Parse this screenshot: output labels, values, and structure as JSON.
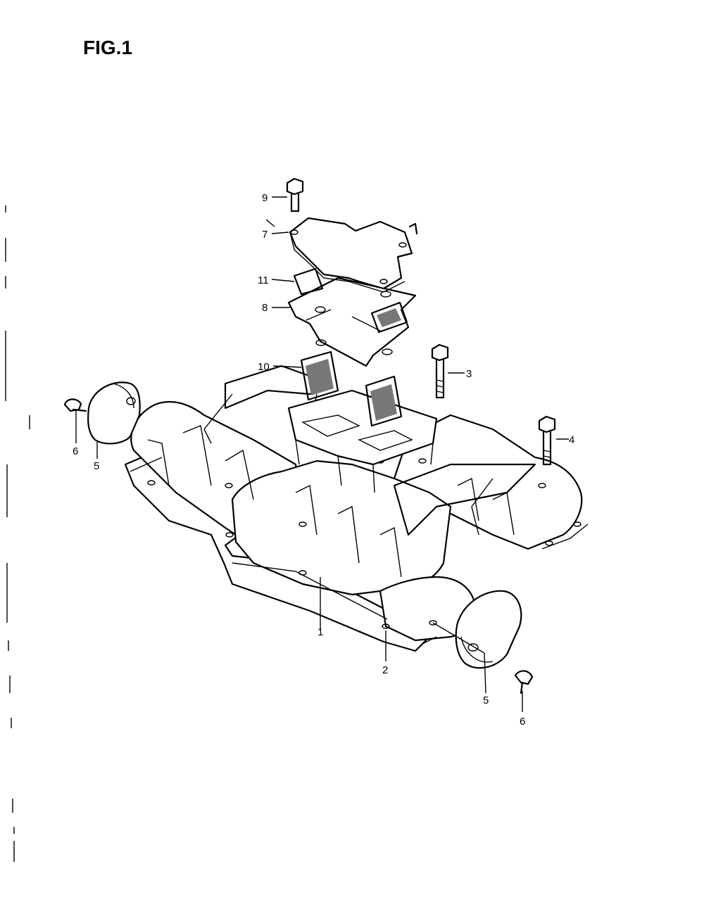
{
  "figure": {
    "title": "FIG.1"
  },
  "callouts": [
    {
      "id": "c9",
      "label": "9"
    },
    {
      "id": "c7",
      "label": "7"
    },
    {
      "id": "c11",
      "label": "11"
    },
    {
      "id": "c8",
      "label": "8"
    },
    {
      "id": "c10",
      "label": "10"
    },
    {
      "id": "c3",
      "label": "3"
    },
    {
      "id": "c4",
      "label": "4"
    },
    {
      "id": "c6a",
      "label": "6"
    },
    {
      "id": "c5a",
      "label": "5"
    },
    {
      "id": "c1",
      "label": "1"
    },
    {
      "id": "c2",
      "label": "2"
    },
    {
      "id": "c5b",
      "label": "5"
    },
    {
      "id": "c6b",
      "label": "6"
    }
  ],
  "colors": {
    "ink": "#000000",
    "paper": "#ffffff"
  }
}
